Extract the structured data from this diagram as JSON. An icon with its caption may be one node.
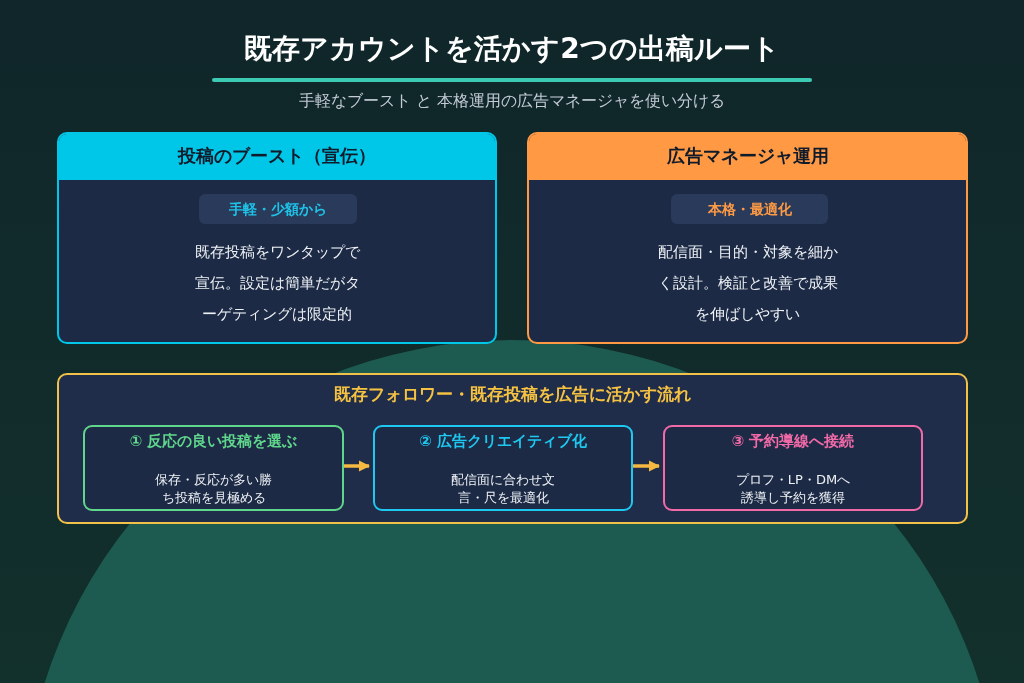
{
  "diagram": {
    "title": "既存アカウントを活かす2つの出稿ルート",
    "nodes": [
      {
        "text": [
          "投稿のブースト（宣伝）",
          "既存投稿をワンタップで宣伝。設定は簡単だがターゲティングは限定的"
        ]
      },
      {
        "text": [
          "手軽・少額から"
        ],
        "in": 0
      },
      {
        "text": [
          "広告マネージャ運用",
          "配信面・目的・対象を細かく設計。検証と改善で成果を伸ばしやすい"
        ]
      },
      {
        "text": [
          "本格・最適化"
        ],
        "in": 2
      },
      {
        "text": [
          "既存フォロワー・既存投稿を広告に活かす流れ"
        ]
      },
      {
        "text": [
          "① 反応の良い投稿を選ぶ",
          "保存・反応が多い勝ち投稿を見極める"
        ],
        "in": 4
      },
      {
        "text": [
          "② 広告クリエイティブ化",
          "配信面に合わせ文言・尺を最適化"
        ],
        "in": 4
      },
      {
        "text": [
          "③ 予約導線へ接続",
          "プロフ・LP・DMへ誘導し予約を獲得"
        ],
        "in": 4
      }
    ],
    "edges": [
      {
        "from": 5,
        "to": 6,
        "arrow": "to"
      },
      {
        "from": 6,
        "to": 7,
        "arrow": "to"
      }
    ],
    "labels": [
      "手軽なブースト と 本格運用の広告マネージャを使い分ける"
    ]
  }
}
